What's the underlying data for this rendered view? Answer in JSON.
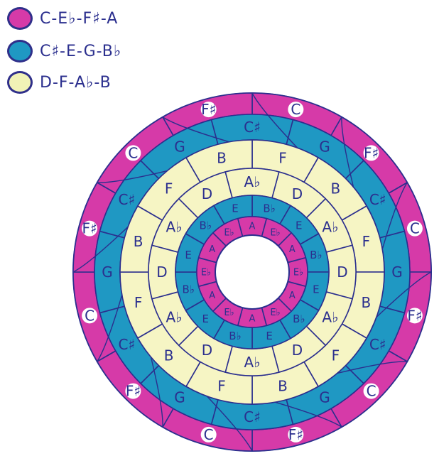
{
  "colors": {
    "magenta": "#d63aa8",
    "teal": "#1f98c3",
    "yellow": "#f6f5c4",
    "ink": "#2b2f8e",
    "white": "#ffffff"
  },
  "legend": [
    {
      "label": "C-E♭-F♯-A",
      "color": "#d63aa8"
    },
    {
      "label": "C♯-E-G-B♭",
      "color": "#1f98c3"
    },
    {
      "label": "D-F-A♭-B",
      "color": "#f1f2b6"
    }
  ],
  "rings": [
    {
      "name": "outer",
      "notes": [
        "C",
        "F♯",
        "C",
        "F♯",
        "C",
        "F♯",
        "C",
        "F♯",
        "C",
        "F♯",
        "C",
        "F♯"
      ]
    },
    {
      "name": "teal-outer",
      "notes": [
        "G",
        "C♯",
        "G",
        "C♯",
        "G",
        "C♯",
        "G",
        "C♯",
        "G",
        "C♯",
        "G",
        "C♯"
      ]
    },
    {
      "name": "yellow-outer",
      "notes": [
        "F",
        "B",
        "F",
        "B",
        "F",
        "B",
        "F",
        "B",
        "F",
        "B",
        "F",
        "B"
      ]
    },
    {
      "name": "yellow-mid",
      "notes": [
        "D",
        "A♭",
        "D",
        "A♭",
        "D",
        "A♭",
        "D",
        "A♭",
        "D",
        "A♭",
        "D",
        "A♭"
      ]
    },
    {
      "name": "teal-inner",
      "notes": [
        "B♭",
        "E",
        "B♭",
        "E",
        "B♭",
        "E",
        "B♭",
        "E",
        "B♭",
        "E",
        "B♭",
        "E"
      ]
    },
    {
      "name": "inner",
      "notes": [
        "E♭",
        "A",
        "E♭",
        "A",
        "E♭",
        "A",
        "E♭",
        "A",
        "E♭",
        "A",
        "E♭",
        "A"
      ]
    }
  ]
}
